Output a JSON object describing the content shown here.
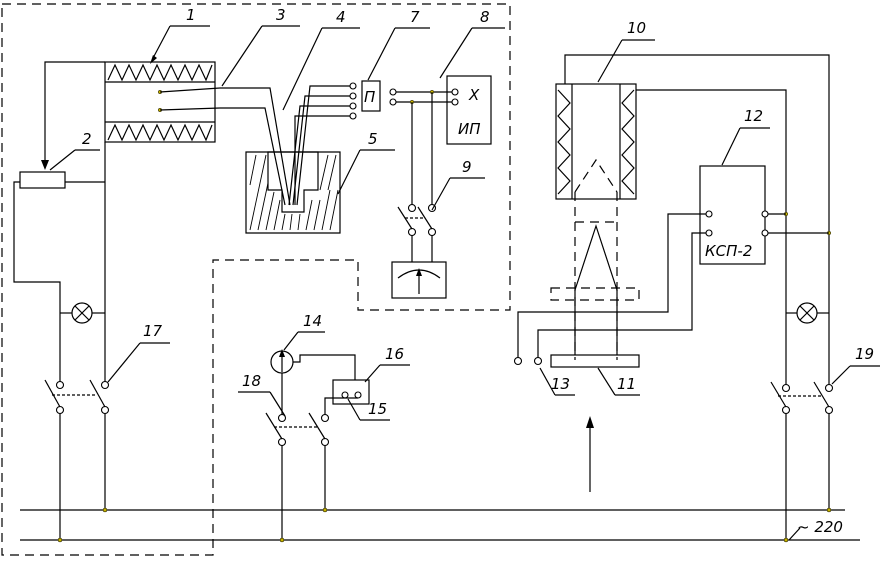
{
  "labels": {
    "n1": "1",
    "n2": "2",
    "n3": "3",
    "n4": "4",
    "n5": "5",
    "n7": "7",
    "n8": "8",
    "n9": "9",
    "n10": "10",
    "n11": "11",
    "n12": "12",
    "n13": "13",
    "n14": "14",
    "n15": "15",
    "n16": "16",
    "n17": "17",
    "n18": "18",
    "n19": "19"
  },
  "boxes": {
    "p": "П",
    "x": "X",
    "ip": "ИП",
    "ksp": "КСП-2"
  },
  "supply": "~ 220"
}
